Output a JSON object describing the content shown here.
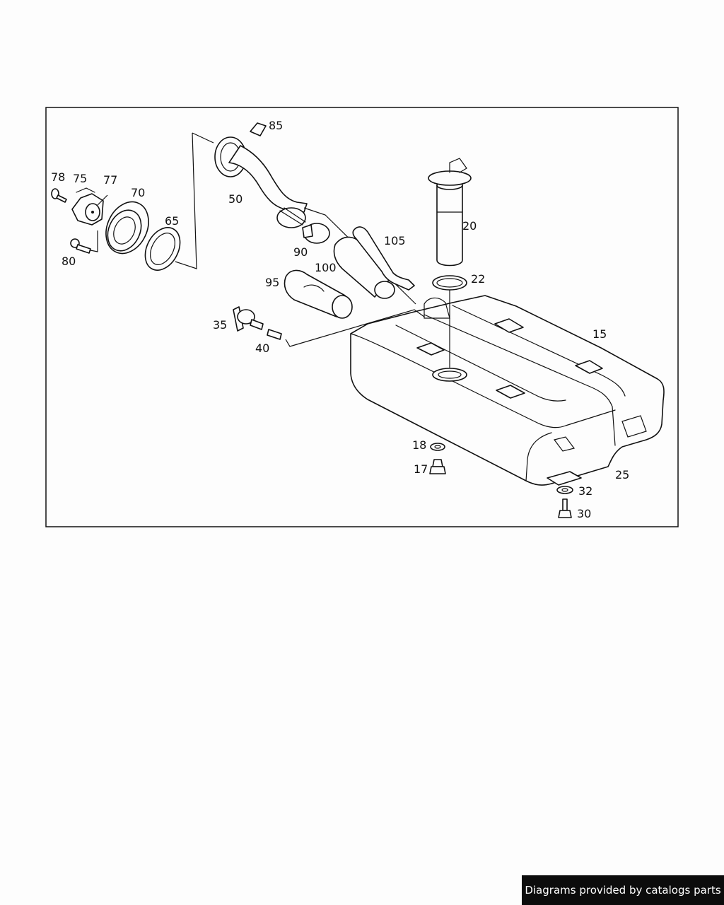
{
  "diagram": {
    "callouts": {
      "p15": "15",
      "p17": "17",
      "p18": "18",
      "p20": "20",
      "p22": "22",
      "p25": "25",
      "p30": "30",
      "p32": "32",
      "p35": "35",
      "p40": "40",
      "p50": "50",
      "p65": "65",
      "p70": "70",
      "p75": "75",
      "p77": "77",
      "p78": "78",
      "p80": "80",
      "p85": "85",
      "p90": "90",
      "p95": "95",
      "p100": "100",
      "p105": "105"
    }
  },
  "footer": {
    "credit": "Diagrams provided by catalogs parts"
  }
}
